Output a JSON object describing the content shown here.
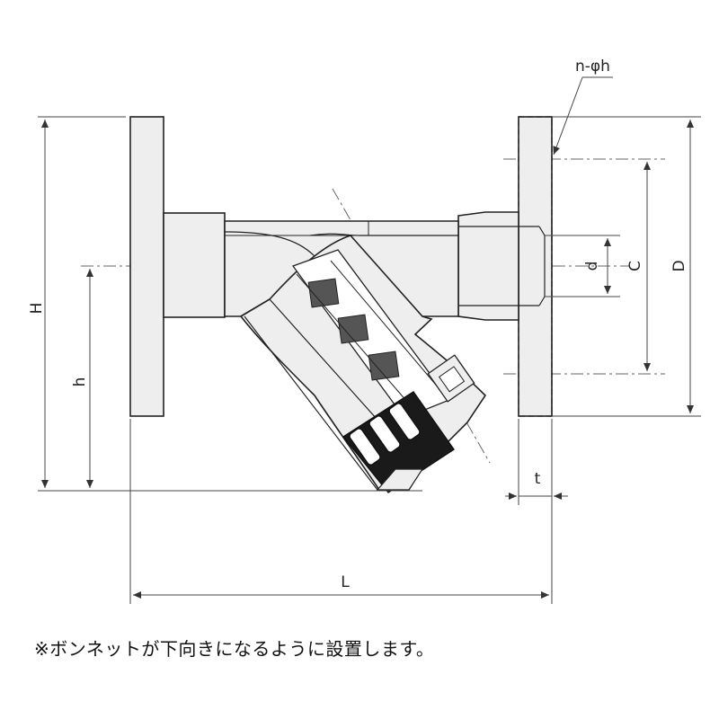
{
  "colors": {
    "stroke": "#222222",
    "dim_line": "#444444",
    "fill_body": "#eeeeee",
    "fill_screen": "#555555",
    "fill_cap": "#1a1a1a"
  },
  "labels": {
    "hole_callout": "n-φh",
    "height_total": "H",
    "height_center": "h",
    "bore": "d",
    "bolt_circle": "C",
    "flange_diameter": "D",
    "flange_thickness": "t",
    "length": "L"
  },
  "note": "※ボンネットが下向きになるように設置します。"
}
